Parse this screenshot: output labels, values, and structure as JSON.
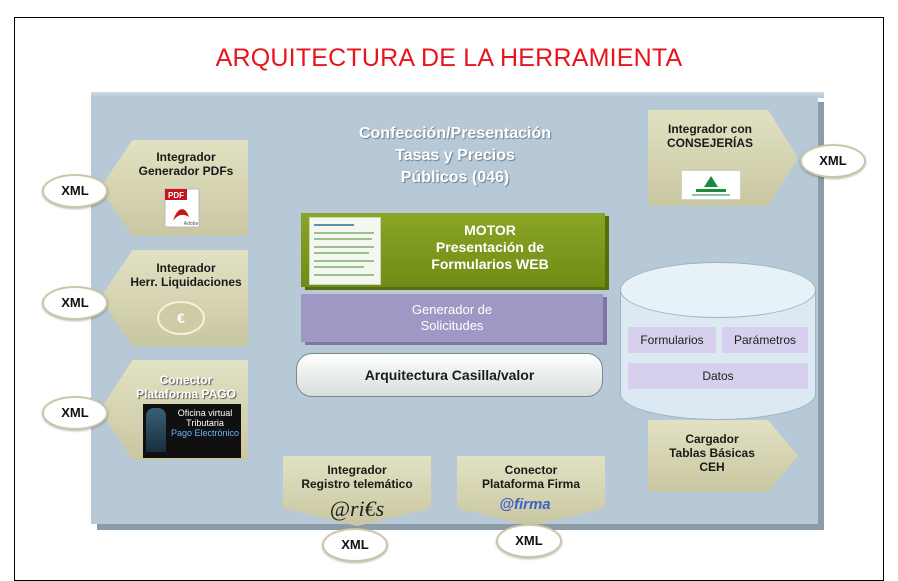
{
  "title": "ARQUITECTURA DE LA HERRAMIENTA",
  "heading": [
    "Confección/Presentación",
    "Tasas y Precios",
    "Públicos (046)"
  ],
  "left_blocks": [
    {
      "lines": [
        "Integrador",
        "Generador PDFs"
      ],
      "icon": "pdf-icon",
      "icon_text": "PDF",
      "icon_sub": "Adobe"
    },
    {
      "lines": [
        "Integrador",
        "Herr. Liquidaciones"
      ],
      "icon": "euro-coin-icon",
      "icon_text": "€"
    },
    {
      "lines": [
        "Conector",
        "Plataforma PAGO"
      ],
      "icon": "payment-office-image",
      "icon_lines": [
        "Oficina virtual",
        "Tributaria",
        "Pago Electrónico"
      ]
    }
  ],
  "right_blocks": [
    {
      "lines": [
        "Integrador con",
        "CONSEJERÍAS"
      ],
      "icon": "junta-andalucia-logo"
    },
    {
      "lines": [
        "Cargador",
        "Tablas Básicas",
        "CEH"
      ]
    }
  ],
  "bottom_blocks": [
    {
      "lines": [
        "Integrador",
        "Registro telemático"
      ],
      "logo_text": "@ri€s"
    },
    {
      "lines": [
        "Conector",
        "Plataforma Firma"
      ],
      "logo_text": "@firma"
    }
  ],
  "motor": {
    "lines": [
      "MOTOR",
      "Presentación de",
      "Formularios WEB"
    ]
  },
  "generator": {
    "lines": [
      "Generador de",
      "Solicitudes"
    ]
  },
  "architecture": "Arquitectura Casilla/valor",
  "database": {
    "chips": [
      "Formularios",
      "Parámetros",
      "Datos"
    ]
  },
  "xml_label": "XML",
  "colors": {
    "title": "#e8141c",
    "board": "#b7c8d6",
    "motor": "#7a9619",
    "generator": "#9f98c4",
    "block": "#d6d4b3"
  }
}
